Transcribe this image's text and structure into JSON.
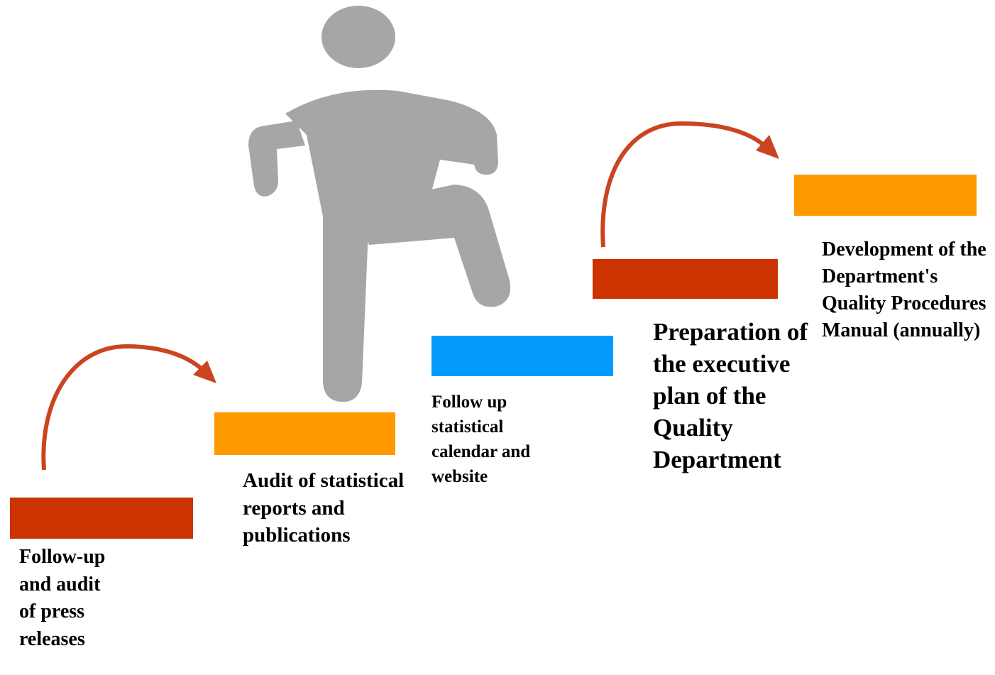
{
  "colors": {
    "red_step": "#cc3300",
    "orange_step": "#fe9900",
    "blue_step": "#0499fd",
    "arrow": "#cb4420",
    "figure": "#a6a6a6"
  },
  "figure": {
    "icon": "climbing-person-icon"
  },
  "steps": [
    {
      "label": "Follow-up and audit of press releases",
      "color": "#cc3300"
    },
    {
      "label": "Audit of statistical reports and publications",
      "color": "#fe9900"
    },
    {
      "label": "Follow up statistical calendar and website",
      "color": "#0499fd"
    },
    {
      "label": "Preparation of the executive plan of the Quality Department",
      "color": "#cc3300"
    },
    {
      "label": "Development of the Department's Quality Procedures Manual (annually)",
      "color": "#fe9900"
    }
  ],
  "arrows": [
    {
      "icon": "curved-arrow-icon",
      "from_step": 1,
      "to_step": 2
    },
    {
      "icon": "curved-arrow-icon",
      "from_step": 4,
      "to_step": 5
    }
  ]
}
